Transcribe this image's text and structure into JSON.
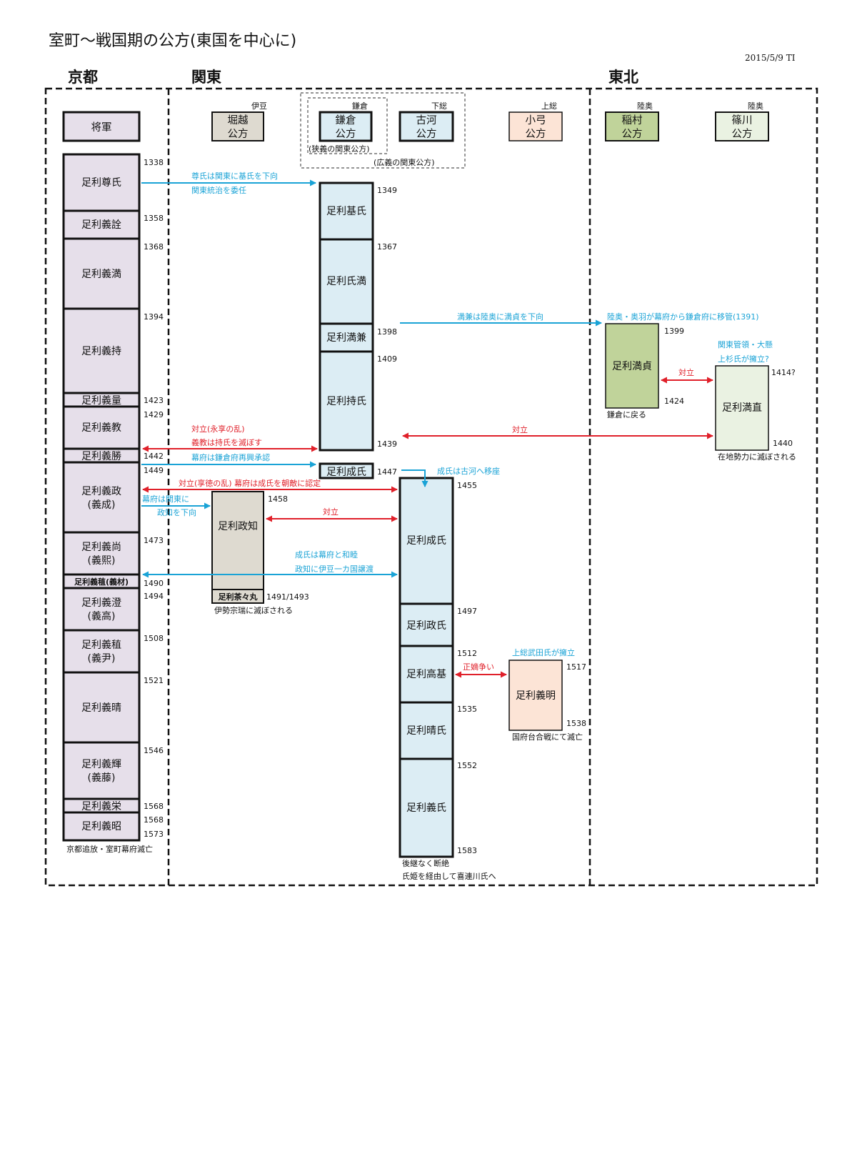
{
  "title": "室町～戦国期の公方(東国を中心に)",
  "date": "2015/5/9 TI",
  "regions": {
    "kyoto": "京都",
    "kanto": "関東",
    "tohoku": "東北"
  },
  "headers": {
    "shogun": "将軍",
    "horigoe": {
      "loc": "伊豆",
      "line1": "堀越",
      "line2": "公方"
    },
    "kamakura": {
      "loc": "鎌倉",
      "line1": "鎌倉",
      "line2": "公方"
    },
    "koga": {
      "loc": "下総",
      "line1": "古河",
      "line2": "公方"
    },
    "oyumi": {
      "loc": "上総",
      "line1": "小弓",
      "line2": "公方"
    },
    "inamura": {
      "loc": "陸奥",
      "line1": "稲村",
      "line2": "公方"
    },
    "sasagawa": {
      "loc": "陸奥",
      "line1": "篠川",
      "line2": "公方"
    },
    "narrow_label": "(狭義の関東公方)",
    "broad_label": "(広義の関東公方)"
  },
  "shoguns": [
    {
      "name": "足利尊氏",
      "year": "1338"
    },
    {
      "name": "足利義詮",
      "year": "1358"
    },
    {
      "name": "足利義満",
      "year": "1368"
    },
    {
      "name": "足利義持",
      "year": "1394"
    },
    {
      "name": "足利義量",
      "year": "1423"
    },
    {
      "name": "足利義教",
      "year": "1429"
    },
    {
      "name": "足利義勝",
      "year": "1442"
    },
    {
      "name": "足利義政",
      "alt": "(義成)",
      "year": "1449"
    },
    {
      "name": "足利義尚",
      "alt": "(義熙)",
      "year": "1473"
    },
    {
      "name": "足利義稙(義材)",
      "year": "1490"
    },
    {
      "name": "足利義澄",
      "alt": "(義高)",
      "year": "1494"
    },
    {
      "name": "足利義稙",
      "alt": "(義尹)",
      "year": "1508"
    },
    {
      "name": "足利義晴",
      "year": "1521"
    },
    {
      "name": "足利義輝",
      "alt": "(義藤)",
      "year": "1546"
    },
    {
      "name": "足利義栄",
      "year": "1568"
    },
    {
      "name": "足利義昭",
      "year": "1568",
      "end": "1573"
    }
  ],
  "shogun_end_note": "京都追放・室町幕府滅亡",
  "kamakura": [
    {
      "name": "足利基氏",
      "year": "1349"
    },
    {
      "name": "足利氏満",
      "year": "1367"
    },
    {
      "name": "足利満兼",
      "year": "1398"
    },
    {
      "name": "足利持氏",
      "year": "1409",
      "end": "1439"
    },
    {
      "name": "足利成氏",
      "year": "1447"
    }
  ],
  "koga": [
    {
      "name": "足利成氏",
      "year": "1455"
    },
    {
      "name": "足利政氏",
      "year": "1497"
    },
    {
      "name": "足利高基",
      "year": "1512"
    },
    {
      "name": "足利晴氏",
      "year": "1535"
    },
    {
      "name": "足利義氏",
      "year": "1552",
      "end": "1583"
    }
  ],
  "koga_end_note1": "後継なく断絶",
  "koga_end_note2": "氏姫を経由して喜連川氏へ",
  "horigoe": [
    {
      "name": "足利政知",
      "year": "1458"
    },
    {
      "name": "足利茶々丸",
      "year": "1491/1493"
    }
  ],
  "horigoe_end_note": "伊勢宗瑞に滅ぼされる",
  "oyumi": {
    "name": "足利義明",
    "year": "1517",
    "end": "1538",
    "note_top": "上総武田氏が擁立",
    "note_end": "国府台合戦にて滅亡"
  },
  "inamura": {
    "name": "足利満貞",
    "year": "1399",
    "end": "1424",
    "note_end": "鎌倉に戻る"
  },
  "sasagawa": {
    "name": "足利満直",
    "year": "1414?",
    "end": "1440",
    "note_top1": "関東管領・大懸",
    "note_top2": "上杉氏が擁立?",
    "note_end": "在地勢力に滅ぼされる"
  },
  "annotations": {
    "a1_l1": "尊氏は関東に基氏を下向",
    "a1_l2": "関東統治を委任",
    "a2": "満兼は陸奥に満貞を下向",
    "a3": "陸奥・奥羽が幕府から鎌倉府に移管(1391)",
    "a4": "対立",
    "a5": "対立",
    "a6_l1": "対立(永享の乱)",
    "a6_l2": "義教は持氏を滅ぼす",
    "a7": "幕府は鎌倉府再興承認",
    "a8": "成氏は古河へ移座",
    "a9": "対立(享徳の乱) 幕府は成氏を朝敵に認定",
    "a10_l1": "幕府は関東に",
    "a10_l2": "政知を下向",
    "a11": "対立",
    "a12_l1": "成氏は幕府と和睦",
    "a12_l2": "政知に伊豆一カ国譲渡",
    "a13": "正嫡争い"
  },
  "colors": {
    "shogun_fill": "#e6dfea",
    "kamakura_fill": "#dcedf4",
    "horigoe_fill": "#dedad0",
    "oyumi_fill": "#fce4d6",
    "inamura_fill": "#c0d39a",
    "sasagawa_fill": "#eaf2e2",
    "blue": "#1aa3d6",
    "red": "#e0202a"
  }
}
